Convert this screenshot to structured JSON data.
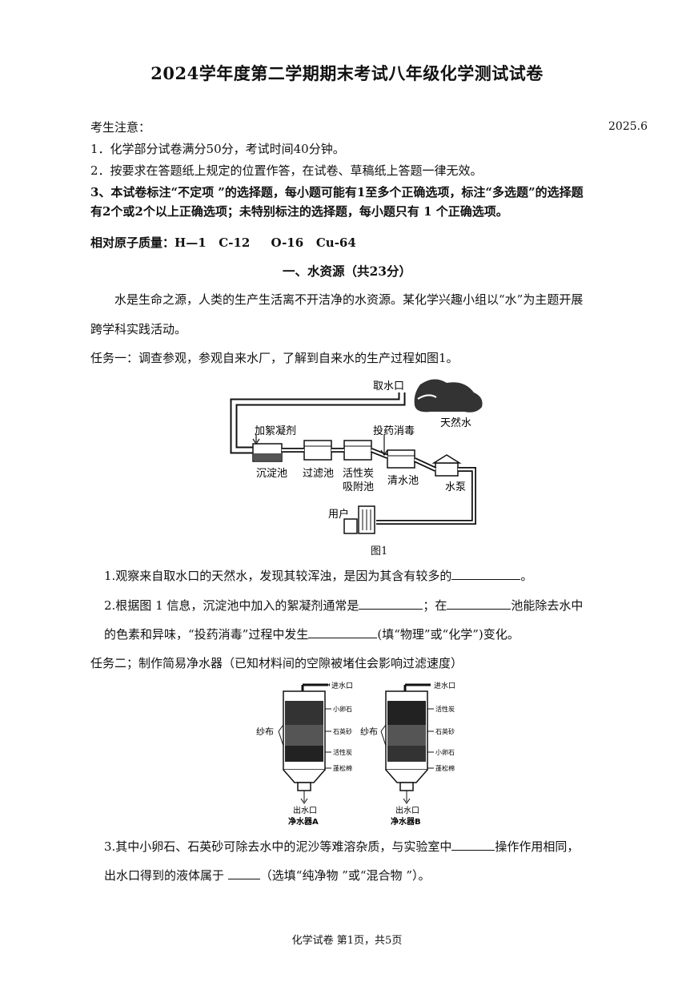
{
  "title": "2024学年度第二学期期末考试八年级化学测试试卷",
  "date": "2025.6",
  "notice": {
    "heading": "考生注意：",
    "items": [
      "1．化学部分试卷满分50分，考试时间40分钟。",
      "2．按要求在答题纸上规定的位置作答，在试卷、草稿纸上答题一律无效。",
      "3、本试卷标注“不定项 ”的选择题，每小题可能有1至多个正确选项，标注“多选题”的选择题",
      "有2个或2个以上正确选项；未特别标注的选择题，每小题只有 1 个正确选项。"
    ]
  },
  "atomic_mass": {
    "label": "相对原子质量：",
    "values": [
      "H—1",
      "C-12",
      "O-16",
      "Cu-64"
    ]
  },
  "section1": {
    "title": "一、水资源（共23分）",
    "intro1": "水是生命之源，人类的生产生活离不开洁净的水资源。某化学兴趣小组以“水”为主题开展",
    "intro2": "跨学科实践活动。",
    "task1": "任务一：调查参观，参观自来水厂，了解到自来水的生产过程如图1。",
    "figure1": {
      "labels": {
        "intake": "取水口",
        "natural_water": "天然水",
        "coagulant": "加絮凝剂",
        "disinfect": "投药消毒",
        "settling": "沉淀池",
        "filter": "过滤池",
        "carbon_1": "活性炭",
        "carbon_2": "吸附池",
        "clear": "清水池",
        "pump": "水泵",
        "user": "用户"
      },
      "caption": "图1"
    },
    "q1": {
      "pre": "1.观察来自取水口的天然水，发现其较浑浊，是因为其含有较多的",
      "post": "。"
    },
    "q2": {
      "a": "2.根据图 1 信息，沉淀池中加入的絮凝剂通常是",
      "b": "；在",
      "c": "池能除去水中",
      "d": "的色素和异味，“投药消毒”过程中发生",
      "e": "(填“物理”或“化学”)变化。"
    },
    "task2": "任务二；制作简易净水器（已知材料间的空隙被堵住会影响过滤速度）",
    "figure2": {
      "inlet": "进水口",
      "outlet": "出水口",
      "gauze": "纱布",
      "a_layers": [
        "小卵石",
        "石英砂",
        "活性炭",
        "蓬松棉"
      ],
      "b_layers": [
        "活性炭",
        "石英砂",
        "小卵石",
        "蓬松棉"
      ],
      "a_name": "净水器A",
      "b_name": "净水器B"
    },
    "q3": {
      "a": "3.其中小卵石、石英砂可除去水中的泥沙等难溶杂质，与实验室中",
      "b": "操作作用相同，",
      "c": "出水口得到的液体属于 ",
      "d": "（选填“纯净物 ”或“混合物 ”）。"
    }
  },
  "footer": "化学试卷 第1页，共5页"
}
